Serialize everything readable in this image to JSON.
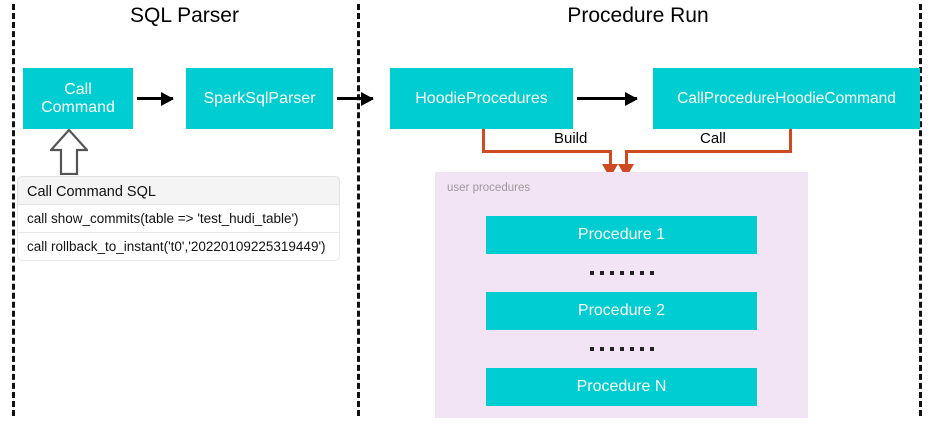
{
  "sections": {
    "left_title": "SQL Parser",
    "right_title": "Procedure Run"
  },
  "nodes": {
    "call_command": "Call\nCommand",
    "call_command_line1": "Call",
    "call_command_line2": "Command",
    "spark_sql_parser": "SparkSqlParser",
    "hoodie_procedures": "HoodieProcedures",
    "call_procedure_hoodie_command": "CallProcedureHoodieCommand"
  },
  "edges": {
    "build_label": "Build",
    "call_label": "Call"
  },
  "sql_table": {
    "header": "Call Command SQL",
    "rows": [
      "call show_commits(table => 'test_hudi_table')",
      "call rollback_to_instant('t0','20220109225319449')"
    ]
  },
  "procedures_panel": {
    "label": "user procedures",
    "items": [
      "Procedure 1",
      "Procedure 2",
      "Procedure N"
    ],
    "ellipsis_dot_count": 7
  },
  "colors": {
    "teal": "#00CDD1",
    "orange": "#CE4A23",
    "panel_lavender": "#F2E4F4",
    "table_header_gray": "#F4F4F4",
    "divider_black": "#111111"
  }
}
